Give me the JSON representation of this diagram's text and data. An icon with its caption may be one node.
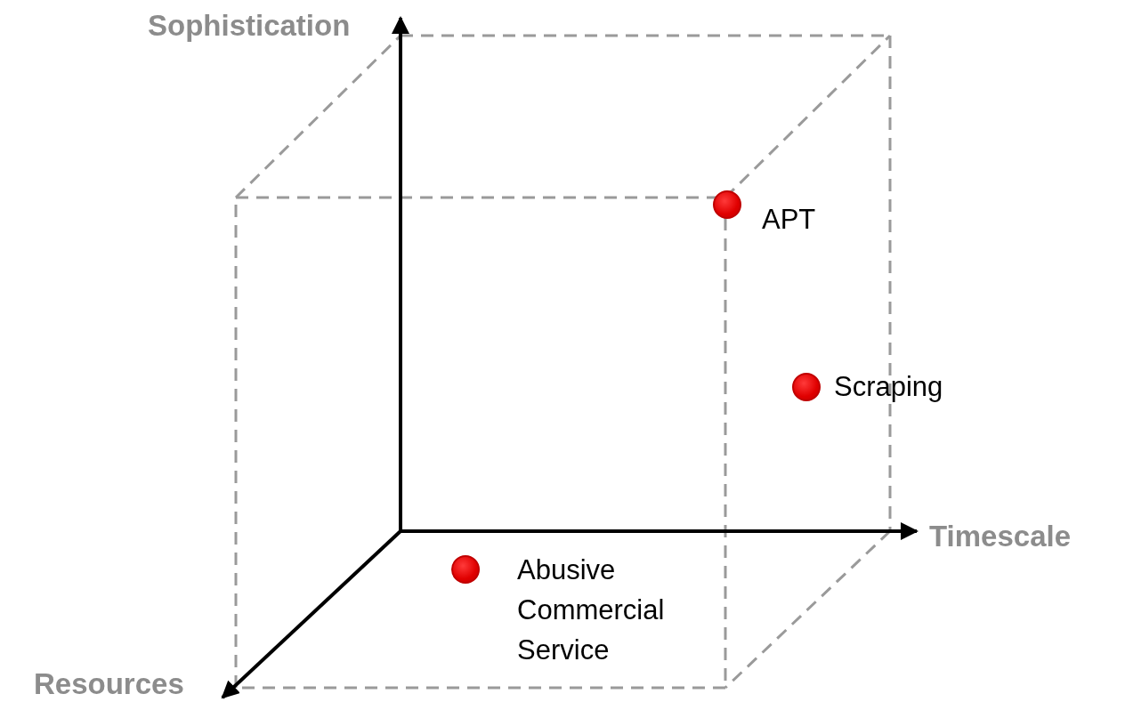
{
  "diagram": {
    "nodes": [
      {
        "text": [],
        "shape": "circle",
        "beside": [
          "APT"
        ]
      },
      {
        "text": [],
        "shape": "circle",
        "beside": [
          "Scraping"
        ]
      },
      {
        "text": [],
        "shape": "circle",
        "beside": [
          "Abusive Commercial Service"
        ]
      }
    ],
    "labels": [
      "Sophistication",
      "Timescale",
      "Resources"
    ]
  }
}
